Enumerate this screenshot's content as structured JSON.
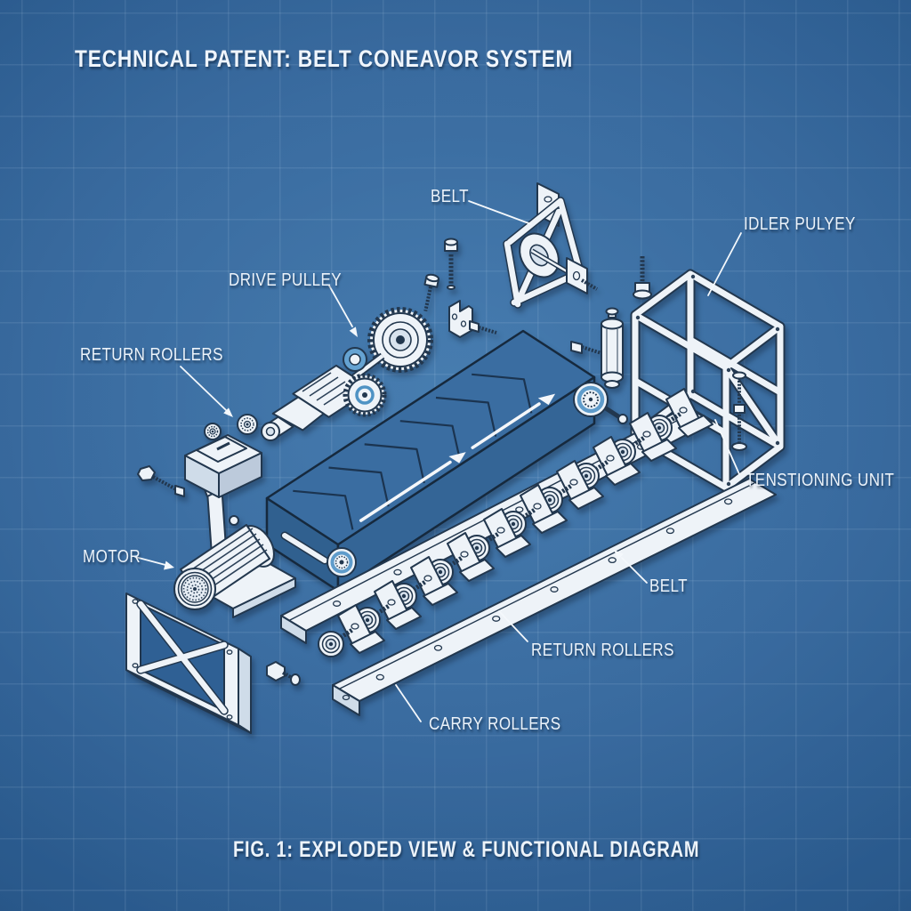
{
  "title": "TECHNICAL PATENT: BELT CONEAVOR SYSTEM",
  "caption": "FIG. 1: EXPLODED VIEW & FUNCTIONAL DIAGRAM",
  "labels": {
    "belt_top": "BELT",
    "idler_pulley": "IDLER PULYEY",
    "drive_pulley": "DRIVE PULLEY",
    "return_rollers_left": "RETURN ROLLERS",
    "tensioning_unit": "TENSTIONING UNIT",
    "motor": "MOTOR",
    "belt_right": "BELT",
    "return_rollers_bottom": "RETURN ROLLERS",
    "carry_rollers": "CARRY ROLLERS"
  },
  "figure": {
    "style": "blueprint",
    "carry_roller_count": 10
  },
  "colors": {
    "background_center": "#4078ad",
    "background_edge": "#245081",
    "grid_line": "rgba(210,230,248,0.10)",
    "line_dark": "#22374e",
    "part_white": "#eef3f8",
    "part_shade": "#cfdce9",
    "accent_blue": "#65a3d2",
    "belt_blue": "#3a6da1",
    "label_text": "#ecf3fa"
  }
}
